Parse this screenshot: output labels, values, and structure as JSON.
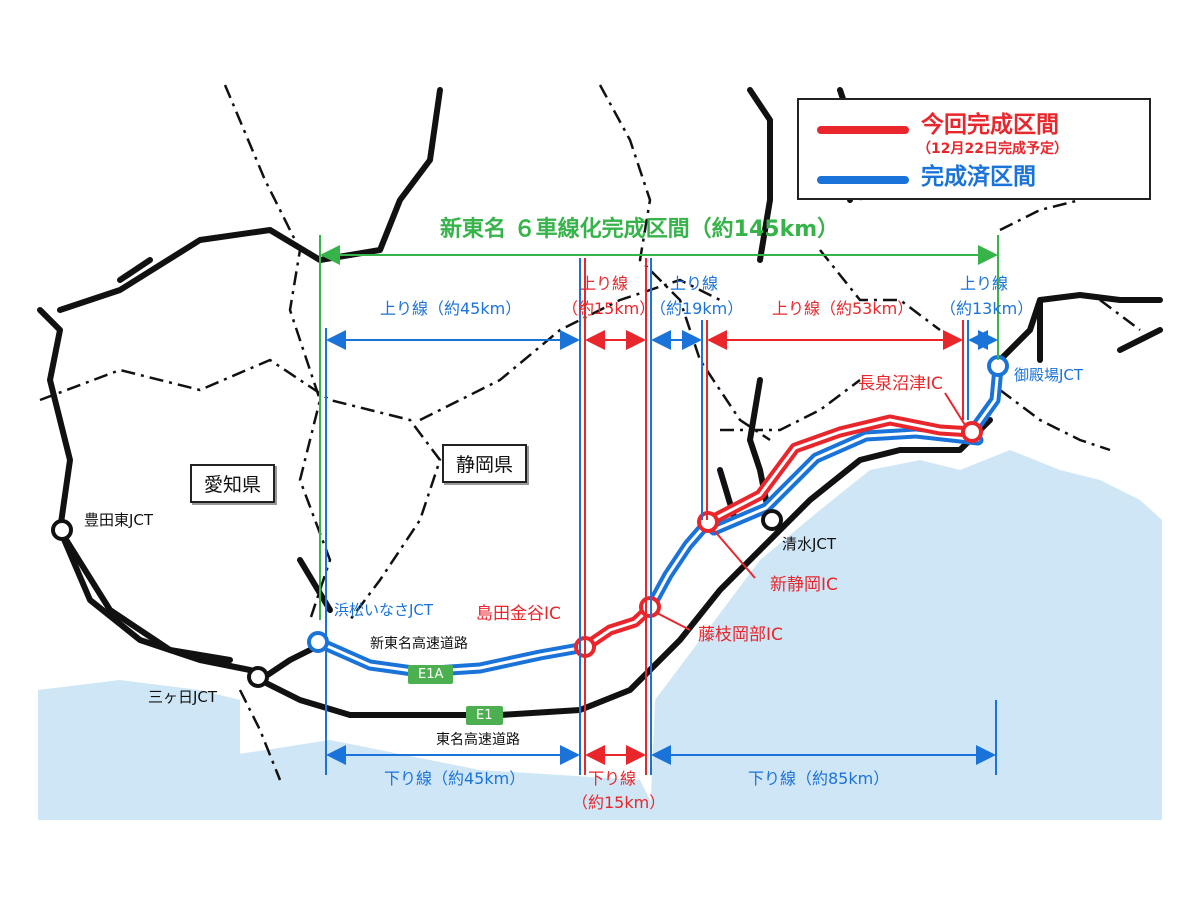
{
  "legend": {
    "current_label": "今回完成区間",
    "current_sub": "（12月22日完成予定）",
    "done_label": "完成済区間",
    "colors": {
      "current": "#e8262b",
      "done": "#1a73d9"
    }
  },
  "title": "新東名 ６車線化完成区間（約145km）",
  "prefectures": {
    "aichi": "愛知県",
    "shizuoka": "静岡県"
  },
  "junctions": {
    "toyota_higashi": "豊田東JCT",
    "mikkabi": "三ヶ日JCT",
    "hamamatsu_inasa": "浜松いなさJCT",
    "shimizu": "清水JCT",
    "gotemba": "御殿場JCT"
  },
  "interchanges": {
    "shimada_kanaya": "島田金谷IC",
    "fujieda_okabe": "藤枝岡部IC",
    "shin_shizuoka": "新静岡IC",
    "nagaizumi_numazu": "長泉沼津IC"
  },
  "roads": {
    "shin_tomei": "新東名高速道路",
    "shin_tomei_badge": "E1A",
    "tomei": "東名高速道路",
    "tomei_badge": "E1"
  },
  "upbound": {
    "seg1": "上り線（約45km）",
    "seg2_line1": "上り線",
    "seg2_line2": "（約15km）",
    "seg3_line1": "上り線",
    "seg3_line2": "（約19km）",
    "seg4": "上り線（約53km）",
    "seg5_line1": "上り線",
    "seg5_line2": "（約13km）"
  },
  "downbound": {
    "seg1": "下り線（約45km）",
    "seg2_line1": "下り線",
    "seg2_line2": "（約15km）",
    "seg3": "下り線（約85km）"
  }
}
